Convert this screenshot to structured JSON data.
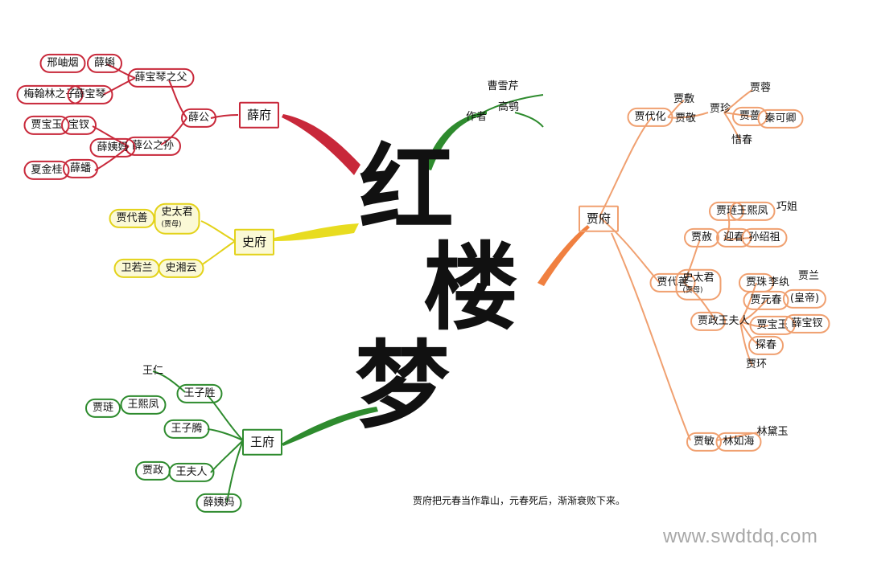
{
  "title": [
    "红",
    "楼",
    "梦"
  ],
  "colors": {
    "xue": "#c8283a",
    "shi": "#e3d21a",
    "wang": "#2e8b2e",
    "jia": "#f0a070",
    "author": "#2e8b2e"
  },
  "author_branch": {
    "caoxueqin": "曹雪芹",
    "zuozhe": "作者",
    "gaoe": "高鹗"
  },
  "xue_branch": {
    "hub": "薛府",
    "xuegong": "薛公",
    "xue_baoqin_father": "薛宝琴之父",
    "xingxiuyan": "邢岫烟",
    "xueke": "薛蝌",
    "meihanlin_son": "梅翰林之子",
    "xuebaoqin": "薛宝琴",
    "xuegong_son": "薛公之孙",
    "xueyima": "薛姨妈",
    "jiabaoyu": "贾宝玉",
    "baochai": "宝钗",
    "xiajingui": "夏金桂",
    "xuepan": "薛蟠"
  },
  "shi_branch": {
    "hub": "史府",
    "jiadaishan": "贾代善",
    "shitaijun": "史太君",
    "shitaijun_note": "(贾母)",
    "weiruolan": "卫若兰",
    "shixiangyun": "史湘云"
  },
  "wang_branch": {
    "hub": "王府",
    "wangren": "王仁",
    "wangzisheng": "王子胜",
    "jialian": "贾琏",
    "wangxifeng": "王熙凤",
    "wangziteng": "王子腾",
    "jiazheng": "贾政",
    "wangfuren": "王夫人",
    "xueyima": "薛姨妈"
  },
  "jia_branch": {
    "hub": "贾府",
    "jiadaihua": "贾代化",
    "jiafu": "贾敷",
    "jiajing": "贾敬",
    "jiazhen": "贾珍",
    "jiarong": "贾蓉",
    "qinkeqing": "秦可卿",
    "xichun": "惜春",
    "jiaxiang": "贾蔷",
    "jiadaishan": "贾代善",
    "shitaijun": "史太君",
    "jiamu_note": "(贾母)",
    "jiashe": "贾赦",
    "jialian": "贾琏",
    "wangxifeng": "王熙凤",
    "qiaojie": "巧姐",
    "yingchun": "迎春",
    "sunshaozu": "孙绍祖",
    "jiazheng": "贾政",
    "wangfuren": "王夫人",
    "jiazhu": "贾珠",
    "liwan": "李纨",
    "jialan": "贾兰",
    "yuanchun": "贾元春",
    "emperor": "(皇帝)",
    "baoyu": "贾宝玉",
    "baochai": "薛宝钗",
    "tanchun": "探春",
    "jiahuan": "贾环",
    "jiamin": "贾敏",
    "linruhai": "林如海",
    "daiyu": "林黛玉"
  },
  "caption": "贾府把元春当作靠山，元春死后，渐渐衰败下来。",
  "watermark": "www.swdtdq.com"
}
